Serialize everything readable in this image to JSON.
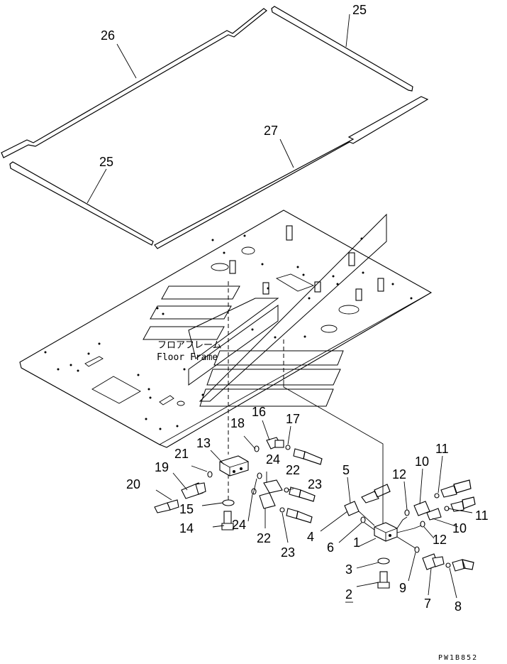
{
  "watermark": {
    "ja": "フロアフレーム",
    "en": "Floor Frame"
  },
  "drawing_code": "PW1B852",
  "callouts": {
    "c1": "1",
    "c2": "2",
    "c3": "3",
    "c4": "4",
    "c5": "5",
    "c6": "6",
    "c7": "7",
    "c8": "8",
    "c9": "9",
    "c10a": "10",
    "c10b": "10",
    "c11a": "11",
    "c11b": "11",
    "c12a": "12",
    "c12b": "12",
    "c13": "13",
    "c14": "14",
    "c15": "15",
    "c16": "16",
    "c17": "17",
    "c18": "18",
    "c19": "19",
    "c20": "20",
    "c21": "21",
    "c22a": "22",
    "c22b": "22",
    "c23a": "23",
    "c23b": "23",
    "c24a": "24",
    "c24b": "24",
    "c25a": "25",
    "c25b": "25",
    "c26": "26",
    "c27": "27"
  }
}
